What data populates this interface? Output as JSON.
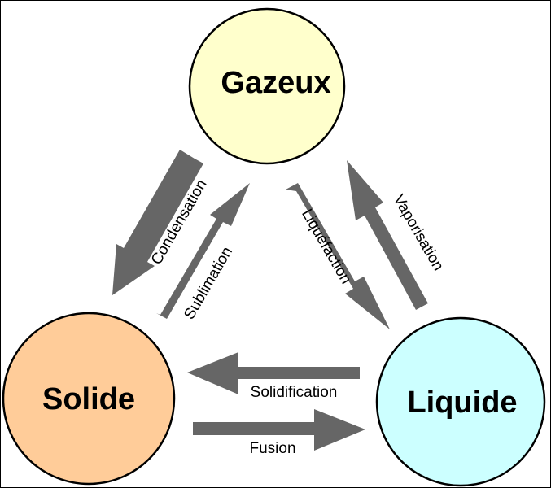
{
  "states": {
    "gas": {
      "label": "Gazeux",
      "color": "#FFFFCC"
    },
    "solid": {
      "label": "Solide",
      "color": "#FFCC99"
    },
    "liquid": {
      "label": "Liquide",
      "color": "#CCFFFF"
    }
  },
  "transitions": {
    "condensation": {
      "label": "Condensation",
      "from": "Gazeux",
      "to": "Solide"
    },
    "sublimation": {
      "label": "Sublimation",
      "from": "Solide",
      "to": "Gazeux"
    },
    "liquefaction": {
      "label": "Liquéfaction",
      "from": "Gazeux",
      "to": "Liquide"
    },
    "vaporisation": {
      "label": "Vaporisation",
      "from": "Liquide",
      "to": "Gazeux"
    },
    "solidification": {
      "label": "Solidification",
      "from": "Liquide",
      "to": "Solide"
    },
    "fusion": {
      "label": "Fusion",
      "from": "Solide",
      "to": "Liquide"
    }
  },
  "colors": {
    "arrow": "#666666",
    "outline": "#000000",
    "background": "#FFFFFF"
  }
}
